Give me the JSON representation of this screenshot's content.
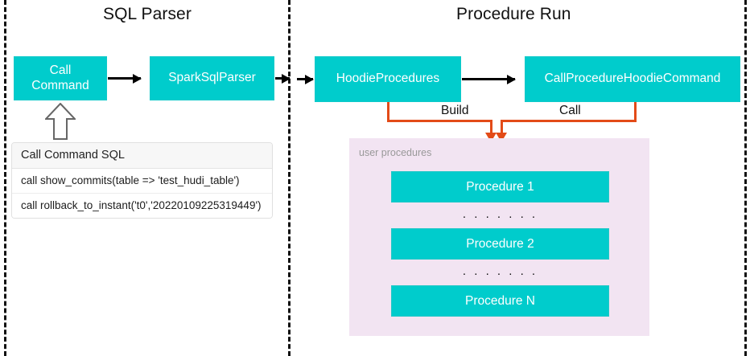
{
  "diagram": {
    "sections": [
      {
        "id": "sql-parser",
        "title": "SQL Parser"
      },
      {
        "id": "procedure-run",
        "title": "Procedure Run"
      }
    ],
    "boxes": {
      "call_command": "Call\nCommand",
      "call_command_line1": "Call",
      "call_command_line2": "Command",
      "spark_sql_parser": "SparkSqlParser",
      "hoodie_procedures": "HoodieProcedures",
      "call_procedure_hoodie_command": "CallProcedureHoodieCommand"
    },
    "edges": {
      "build_label": "Build",
      "call_label": "Call"
    },
    "sql_card": {
      "header": "Call Command SQL",
      "rows": [
        "call show_commits(table => 'test_hudi_table')",
        "call rollback_to_instant('t0','20220109225319449')"
      ]
    },
    "user_procedures": {
      "caption": "user procedures",
      "items": [
        "Procedure 1",
        "Procedure 2",
        "Procedure N"
      ],
      "ellipsis": ". . . . . . ."
    },
    "colors": {
      "teal": "#00CCCC",
      "panel_lavender": "#F2E4F2",
      "orange": "#E34B18",
      "arrow_black": "#000000",
      "caption_gray": "#999999",
      "background": "#FFFFFF"
    }
  }
}
